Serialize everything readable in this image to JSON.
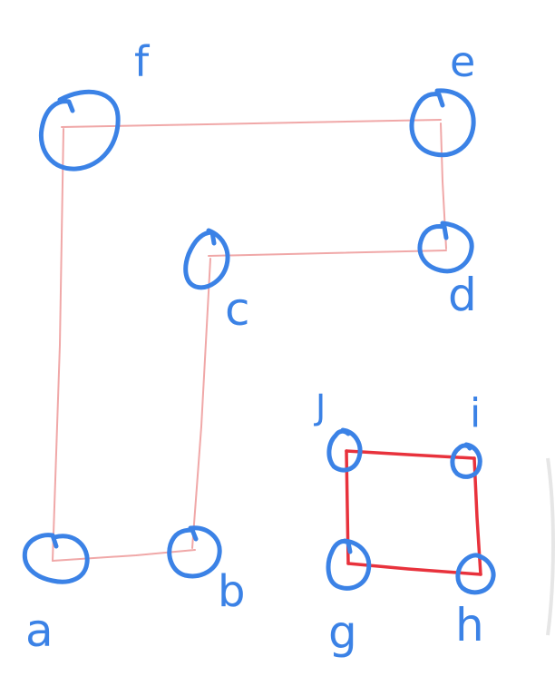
{
  "colors": {
    "node_stroke": "#3b82e6",
    "label": "#3b82e6",
    "outer_edge": "#f0a8a8",
    "inner_edge": "#e8323c"
  },
  "nodes": [
    {
      "id": "a",
      "label": "a"
    },
    {
      "id": "b",
      "label": "b"
    },
    {
      "id": "c",
      "label": "c"
    },
    {
      "id": "d",
      "label": "d"
    },
    {
      "id": "e",
      "label": "e"
    },
    {
      "id": "f",
      "label": "f"
    },
    {
      "id": "g",
      "label": "g"
    },
    {
      "id": "h",
      "label": "h"
    },
    {
      "id": "i",
      "label": "i"
    },
    {
      "id": "j",
      "label": "J"
    }
  ],
  "edges": [
    {
      "from": "a",
      "to": "b",
      "style": "faint"
    },
    {
      "from": "b",
      "to": "c",
      "style": "faint"
    },
    {
      "from": "c",
      "to": "d",
      "style": "faint"
    },
    {
      "from": "d",
      "to": "e",
      "style": "faint"
    },
    {
      "from": "e",
      "to": "f",
      "style": "faint"
    },
    {
      "from": "f",
      "to": "a",
      "style": "faint"
    },
    {
      "from": "j",
      "to": "i",
      "style": "bold"
    },
    {
      "from": "i",
      "to": "h",
      "style": "bold"
    },
    {
      "from": "h",
      "to": "g",
      "style": "bold"
    },
    {
      "from": "g",
      "to": "j",
      "style": "bold"
    }
  ]
}
